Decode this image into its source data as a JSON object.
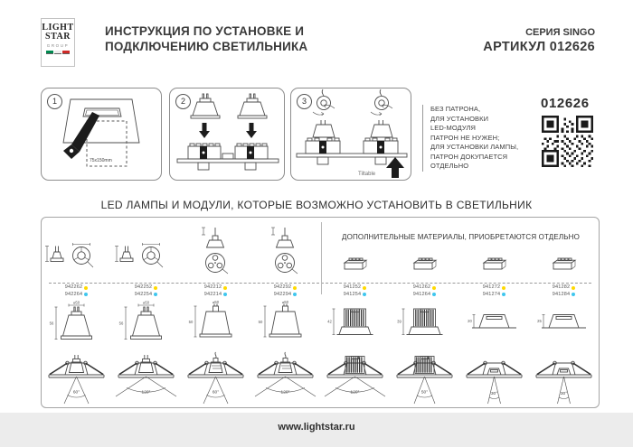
{
  "header": {
    "logo": {
      "line1": "LIGHT",
      "line2": "STAR",
      "line3": "GROUP"
    },
    "title_line1": "ИНСТРУКЦИЯ ПО УСТАНОВКЕ И",
    "title_line2": "ПОДКЛЮЧЕНИЮ СВЕТИЛЬНИКА",
    "series": "СЕРИЯ SINGO",
    "article": "АРТИКУЛ 012626"
  },
  "steps": {
    "step1": {
      "number": "1",
      "cutout_size": "75x150mm"
    },
    "step2": {
      "number": "2"
    },
    "step3": {
      "number": "3",
      "tilt_label": "Tiltable"
    }
  },
  "note": {
    "lines": [
      "БЕЗ ПАТРОНА,",
      "ДЛЯ УСТАНОВКИ",
      "LED-МОДУЛЯ",
      "ПАТРОН НЕ НУЖЕН;",
      "ДЛЯ УСТАНОВКИ ЛАМПЫ,",
      "ПАТРОН ДОКУПАЕТСЯ",
      "ОТДЕЛЬНО"
    ]
  },
  "qr_block": {
    "article_code": "012626"
  },
  "compatibility": {
    "heading": "LED ЛАМПЫ И МОДУЛИ, КОТОРЫЕ ВОЗМОЖНО УСТАНОВИТЬ В СВЕТИЛЬНИК",
    "extras_heading": "ДОПОЛНИТЕЛЬНЫЕ МАТЕРИАЛЫ, ПРИОБРЕТАЮТСЯ ОТДЕЛЬНО",
    "dot_colors": {
      "variant_a": "#ffd900",
      "variant_b": "#3fc6ee"
    },
    "columns": [
      {
        "code_a": "942262",
        "code_b": "942264",
        "top_dim": "⌀50",
        "height": "56",
        "beam": "60°"
      },
      {
        "code_a": "942252",
        "code_b": "942254",
        "top_dim": "⌀50",
        "height": "56",
        "beam": "120°"
      },
      {
        "code_a": "942212",
        "code_b": "942214",
        "top_dim": "⌀50",
        "height": "50",
        "beam": "60°"
      },
      {
        "code_a": "942292",
        "code_b": "942294",
        "top_dim": "⌀50",
        "height": "50",
        "beam": "120°"
      },
      {
        "code_a": "941252",
        "code_b": "941254",
        "height": "42",
        "beam": "120°"
      },
      {
        "code_a": "941262",
        "code_b": "941264",
        "height": "39",
        "beam": "50°"
      },
      {
        "code_a": "941272",
        "code_b": "941274",
        "height": "20",
        "beam": "30°"
      },
      {
        "code_a": "941282",
        "code_b": "941284",
        "height": "25",
        "beam": "30°"
      }
    ]
  },
  "footer": {
    "url": "www.lightstar.ru"
  }
}
